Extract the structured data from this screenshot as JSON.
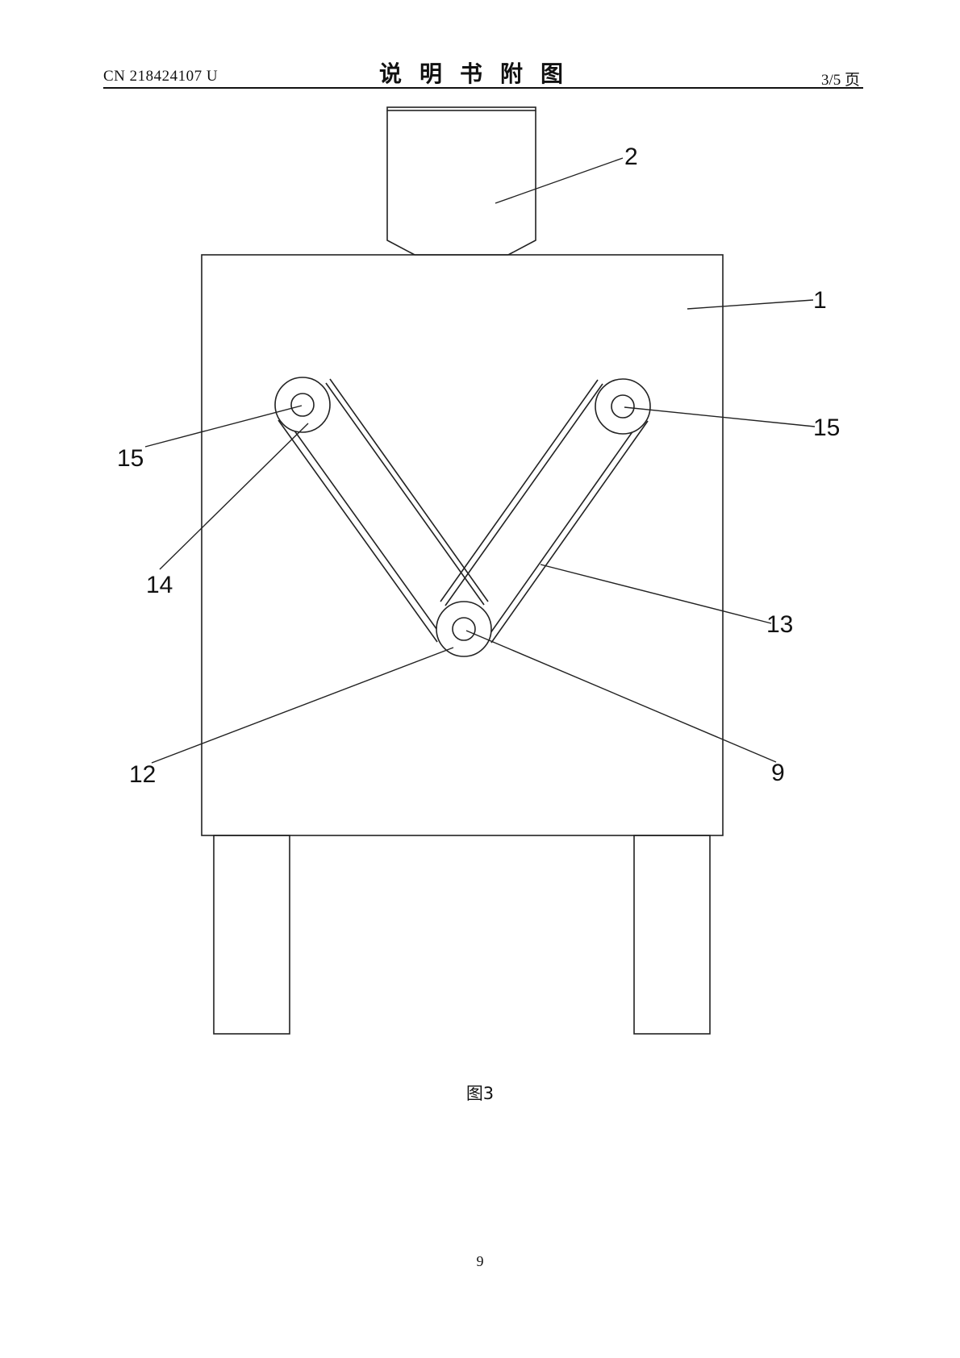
{
  "header": {
    "patent_number": "CN 218424107 U",
    "section_title": "说明书附图",
    "page_of": "3/5 页"
  },
  "figure": {
    "caption": "图3",
    "reference_labels": [
      "2",
      "1",
      "15",
      "15",
      "14",
      "13",
      "12",
      "9"
    ]
  },
  "footer": {
    "page_number": "9"
  }
}
